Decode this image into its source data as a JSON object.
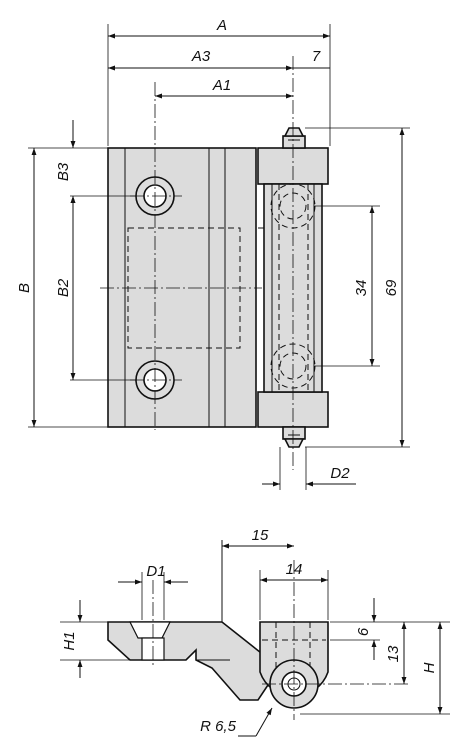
{
  "colors": {
    "part_fill": "#dcdcdc",
    "line": "#111111",
    "background": "#ffffff"
  },
  "labels": {
    "A": "A",
    "A3": "A3",
    "dim_7": "7",
    "A1": "A1",
    "B3": "B3",
    "B": "B",
    "B2": "B2",
    "dim_34": "34",
    "dim_69": "69",
    "D2": "D2",
    "dim_15": "15",
    "D1": "D1",
    "dim_14": "14",
    "H1": "H1",
    "dim_6": "6",
    "dim_13": "13",
    "H": "H",
    "R": "R 6,5"
  }
}
